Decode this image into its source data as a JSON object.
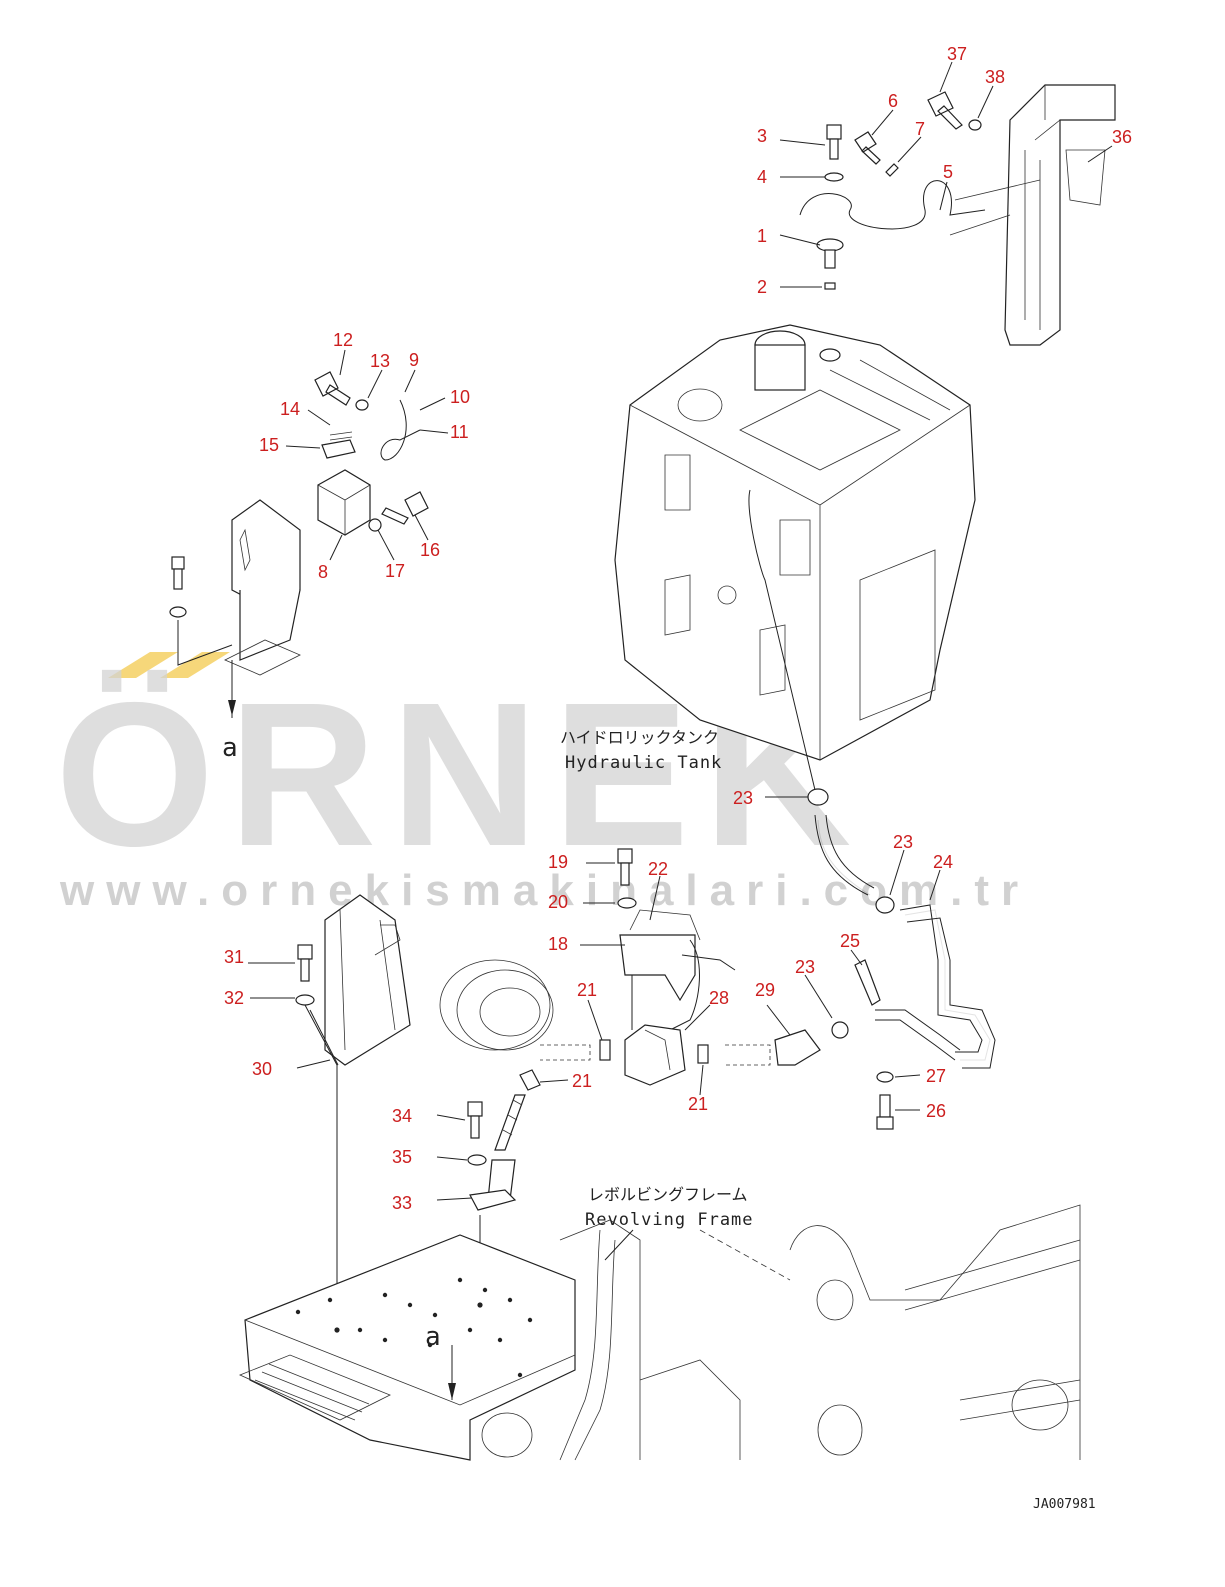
{
  "diagram": {
    "drawing_ref": "JA007981",
    "labels": {
      "hydraulic_tank_jp": "ハイドロリックタンク",
      "hydraulic_tank_en": "Hydraulic Tank",
      "revolving_frame_jp": "レボルビングフレーム",
      "revolving_frame_en": "Revolving Frame",
      "view_a_top": "a",
      "view_a_bottom": "a"
    },
    "watermark": {
      "brand": "ÖRNEK",
      "url": "www.ornekismakinalari.com.tr",
      "accent_color": "#f6d77a"
    },
    "callout_color": "#cc1f1f",
    "callouts": [
      "37",
      "38",
      "6",
      "3",
      "7",
      "36",
      "4",
      "5",
      "1",
      "2",
      "12",
      "13",
      "9",
      "10",
      "14",
      "11",
      "15",
      "16",
      "8",
      "17",
      "23",
      "23",
      "24",
      "19",
      "22",
      "20",
      "18",
      "31",
      "32",
      "25",
      "23",
      "21",
      "28",
      "29",
      "30",
      "21",
      "27",
      "21",
      "34",
      "26",
      "35",
      "33"
    ]
  }
}
